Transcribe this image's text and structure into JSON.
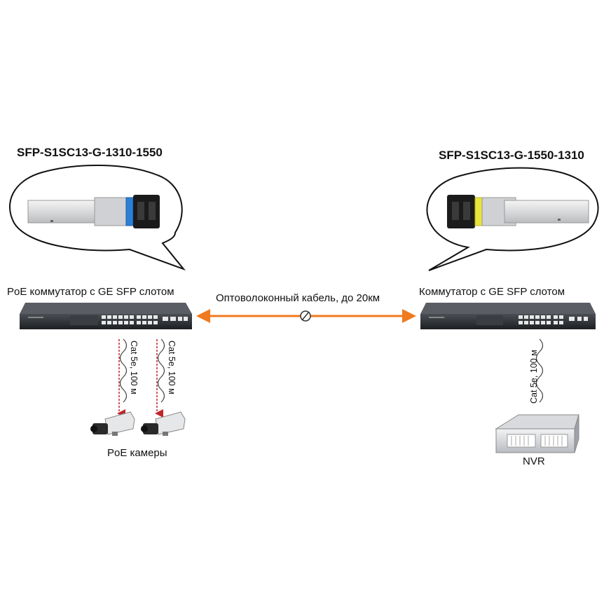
{
  "left": {
    "module_title": "SFP-S1SC13-G-1310-1550",
    "switch_label": "PoE коммутатор с GE SFP слотом",
    "cable_labels": [
      "Cat 5e, 100 м",
      "Cat 5e, 100 м"
    ],
    "device_label": "PoE камеры"
  },
  "right": {
    "module_title": "SFP-S1SC13-G-1550-1310",
    "switch_label": "Коммутатор с GE SFP слотом",
    "cable_label": "Cat 5e, 100 м",
    "device_label": "NVR"
  },
  "link": {
    "label": "Оптоволоконный кабель, до 20км",
    "color": "#f07a1e"
  },
  "colors": {
    "left_latch": "#2b7fd6",
    "right_latch": "#e9e43a",
    "switch_body": "#2a2d31",
    "cable_arrow": "#c0262a"
  }
}
